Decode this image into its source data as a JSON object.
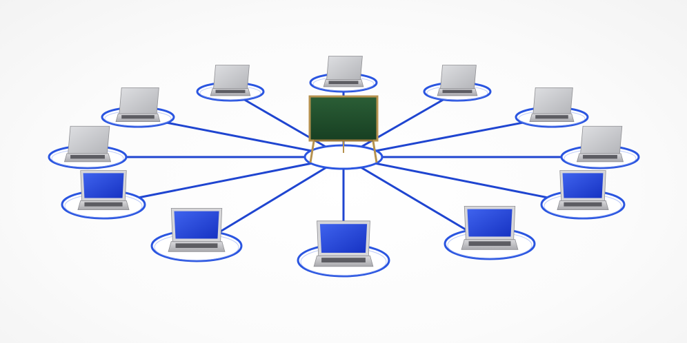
{
  "scene": {
    "description_type": "3d-illustration",
    "node_count": 12,
    "nodes": [
      {
        "id": "node-1",
        "screen": "off"
      },
      {
        "id": "node-2",
        "screen": "off"
      },
      {
        "id": "node-3",
        "screen": "off"
      },
      {
        "id": "node-4",
        "screen": "off"
      },
      {
        "id": "node-5",
        "screen": "off"
      },
      {
        "id": "node-6",
        "screen": "off"
      },
      {
        "id": "node-7",
        "screen": "off"
      },
      {
        "id": "node-8",
        "screen": "blue"
      },
      {
        "id": "node-9",
        "screen": "blue"
      },
      {
        "id": "node-10",
        "screen": "blue"
      },
      {
        "id": "node-11",
        "screen": "blue"
      },
      {
        "id": "node-12",
        "screen": "blue"
      }
    ],
    "hub": {
      "object": "chalkboard"
    },
    "colors": {
      "link": "#1f45d0",
      "ring": "#2a55e0",
      "chalkboard": "#1f4a2a",
      "frame": "#b6924f",
      "laptop_body": "#c9c9cc",
      "screen_blue": "#1c3fd6",
      "screen_off": "#c4c5c8"
    }
  }
}
